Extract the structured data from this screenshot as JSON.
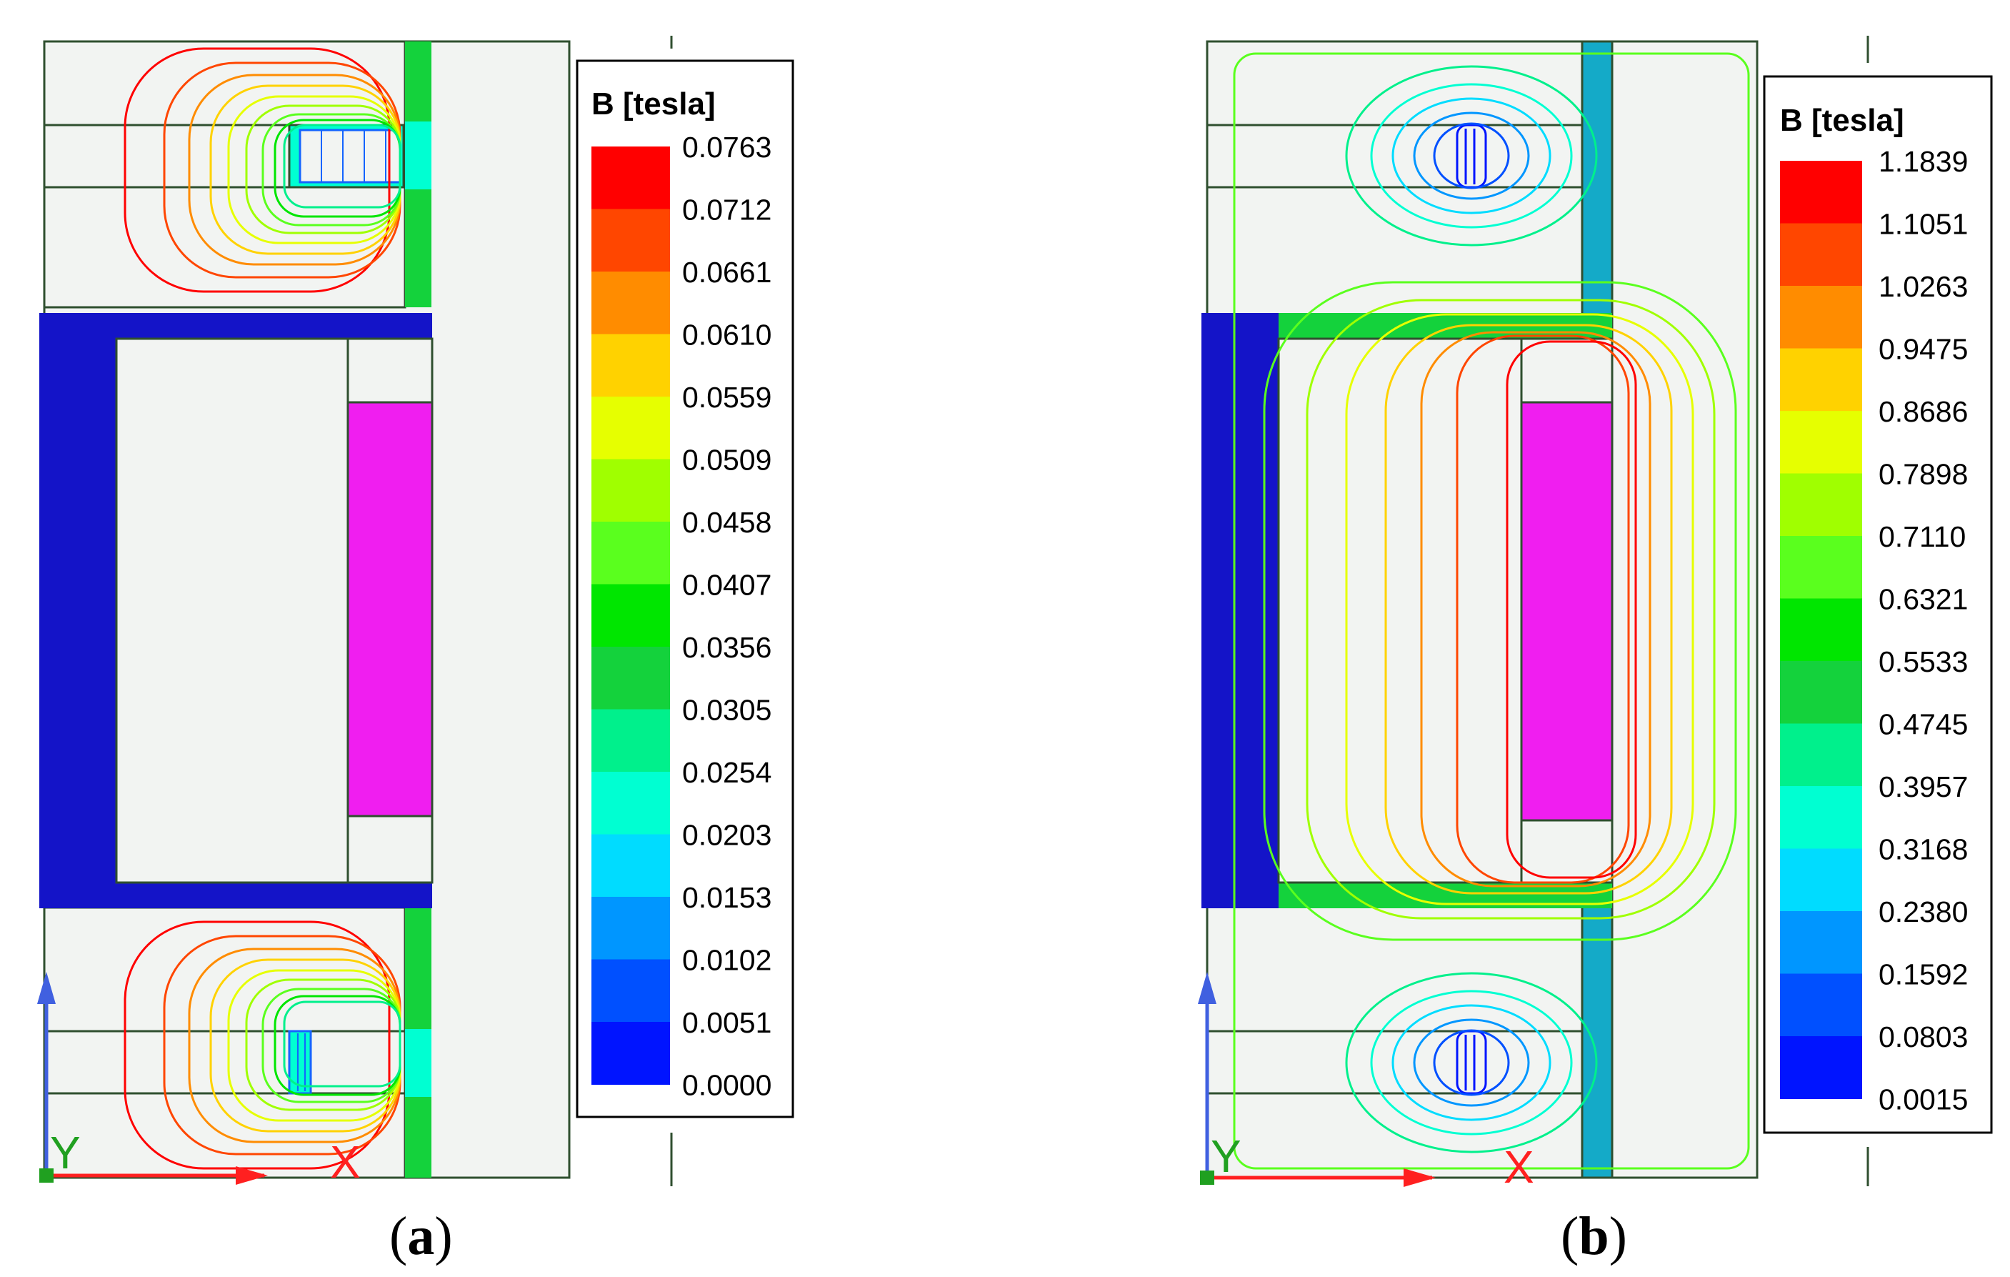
{
  "panels": [
    {
      "id": "a",
      "caption_open": "(",
      "caption_letter": "a",
      "caption_close": ")",
      "legend_title": "B [tesla]",
      "legend_values": [
        "0.0763",
        "0.0712",
        "0.0661",
        "0.0610",
        "0.0559",
        "0.0509",
        "0.0458",
        "0.0407",
        "0.0356",
        "0.0305",
        "0.0254",
        "0.0203",
        "0.0153",
        "0.0102",
        "0.0051",
        "0.0000"
      ],
      "axis_y_label": "Y",
      "axis_x_label": "X"
    },
    {
      "id": "b",
      "caption_open": "(",
      "caption_letter": "b",
      "caption_close": ")",
      "legend_title": "B [tesla]",
      "legend_values": [
        "1.1839",
        "1.1051",
        "1.0263",
        "0.9475",
        "0.8686",
        "0.7898",
        "0.7110",
        "0.6321",
        "0.5533",
        "0.4745",
        "0.3957",
        "0.3168",
        "0.2380",
        "0.1592",
        "0.0803",
        "0.0015"
      ],
      "axis_y_label": "Y",
      "axis_x_label": "X"
    }
  ],
  "colors": {
    "scale": [
      "#ff0000",
      "#ff4600",
      "#ff8c00",
      "#ffd200",
      "#e6ff00",
      "#a0ff00",
      "#5aff1e",
      "#00e600",
      "#14d23c",
      "#00f08c",
      "#00ffd2",
      "#00dcff",
      "#0096ff",
      "#0050ff",
      "#0014ff"
    ],
    "magnet": "#f01ef0",
    "core": "#1414c8",
    "background": "#f2f4f2",
    "outline": "#2f4f2f"
  }
}
